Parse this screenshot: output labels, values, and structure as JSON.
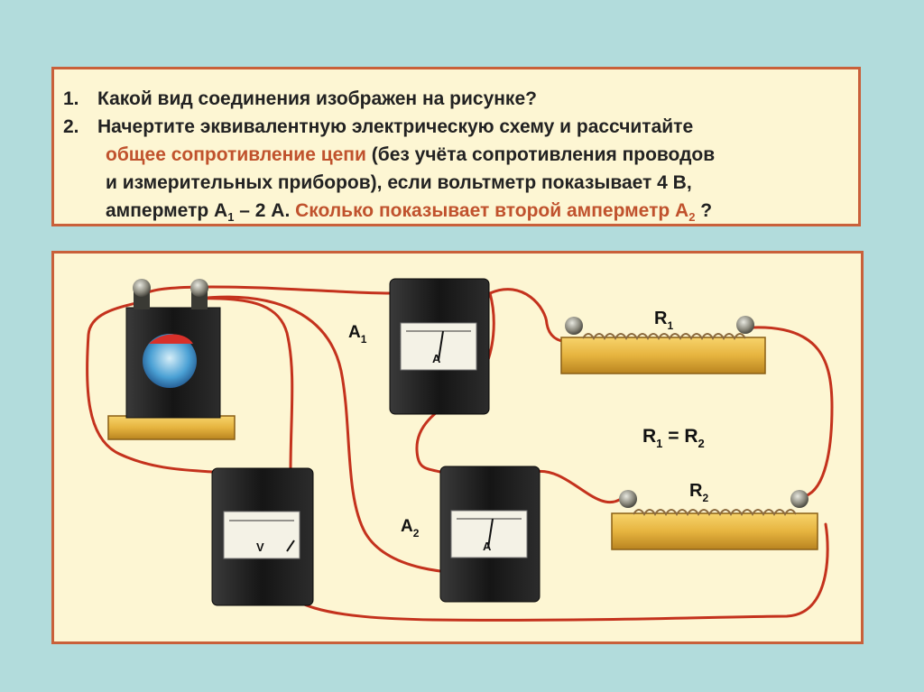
{
  "question1": {
    "number": "1.",
    "text": "Какой вид соединения изображен на рисунке?"
  },
  "question2": {
    "number": "2.",
    "line1": "Начертите эквивалентную электрическую схему и рассчитайте",
    "line2_highlight": "общее сопротивление цепи",
    "line2_rest": " (без учёта сопротивления проводов",
    "line3": "и измерительных приборов), если вольтметр показывает 4 В,",
    "line4_pre": "амперметр А",
    "line4_sub1": "1",
    "line4_mid": " – 2 А. ",
    "line4_highlight": "Сколько показывает второй амперметр А",
    "line4_sub2": "2",
    "line4_end": " ?"
  },
  "labels": {
    "a1_letter": "A",
    "a1_sub": "1",
    "a2_letter": "A",
    "a2_sub": "2",
    "r1_letter": "R",
    "r1_sub": "1",
    "r2_letter": "R",
    "r2_sub": "2",
    "eq_r1": "R",
    "eq_r1_sub": "1",
    "eq_mid": " = R",
    "eq_r2_sub": "2"
  },
  "meters": {
    "voltmeter_letter": "V",
    "ammeter_letter": "A"
  },
  "colors": {
    "wire": "#c4321d",
    "highlight": "#c0522d",
    "border": "#c9603a",
    "panel": "#fdf6d3",
    "background": "#b2dcdc"
  }
}
